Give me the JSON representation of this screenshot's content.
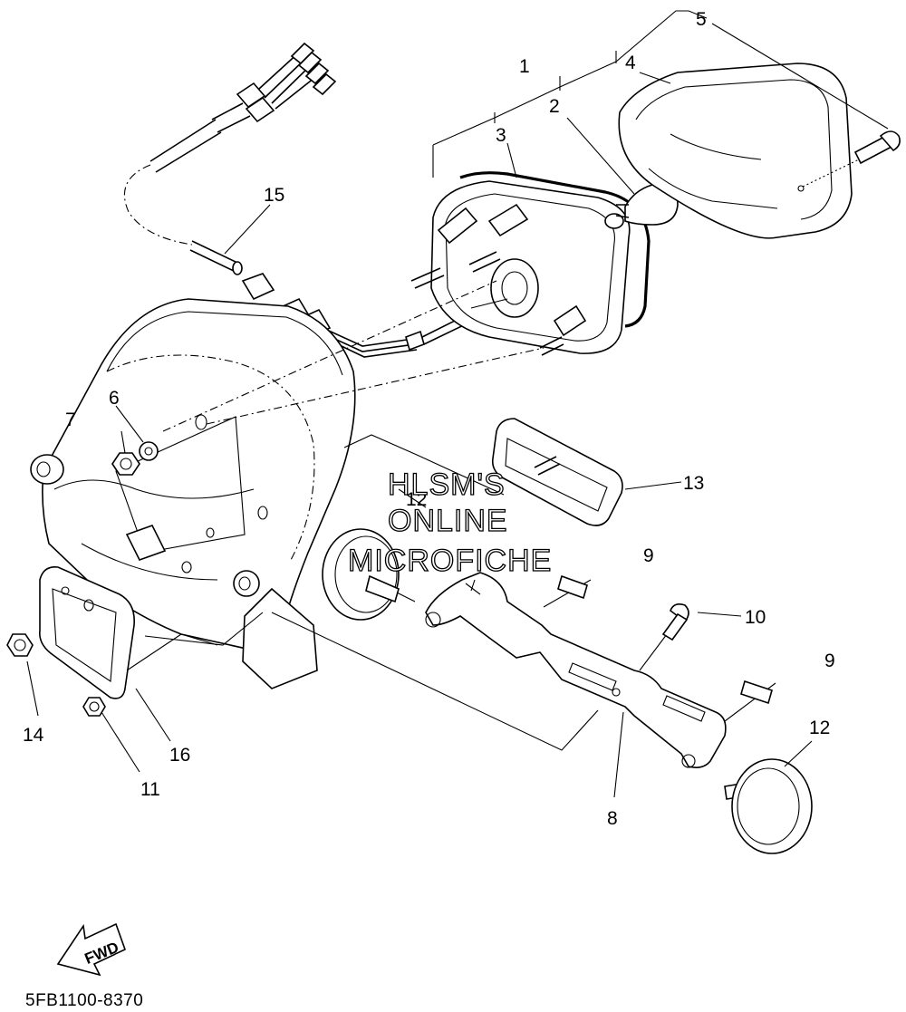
{
  "callouts": {
    "c1": "1",
    "c2": "2",
    "c3": "3",
    "c4": "4",
    "c5": "5",
    "c6": "6",
    "c7": "7",
    "c8": "8",
    "c9a": "9",
    "c9b": "9",
    "c10": "10",
    "c11": "11",
    "c12a": "12",
    "c12b": "12",
    "c13": "13",
    "c14": "14",
    "c15": "15",
    "c16": "16"
  },
  "watermark": {
    "line1": "HLSM'S",
    "line2": "ONLINE",
    "line3": "MICROFICHE"
  },
  "fwd_label": "FWD",
  "diagram_code": "5FB1100-8370"
}
